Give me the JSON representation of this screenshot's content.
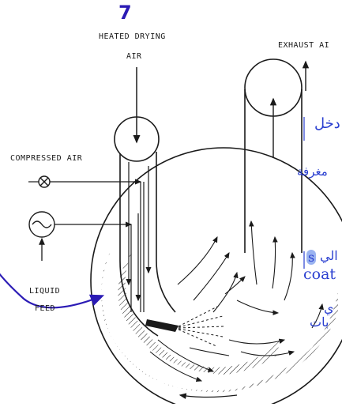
{
  "labels": {
    "heated_drying_air_line1": "HEATED DRYING",
    "heated_drying_air_line2": "AIR",
    "exhaust_air": "EXHAUST AI",
    "compressed_air": "COMPRESSED AIR",
    "liquid_feed_line1": "LIQUID",
    "liquid_feed_line2": "FEED"
  },
  "handwritten": {
    "number": "7"
  },
  "annotations": {
    "arabic_1": "دخل",
    "arabic_2": "مغرفة",
    "arabic_3": "الي",
    "highlight": "s",
    "coat": "coat",
    "arabic_4": "ي",
    "arabic_5": "بات"
  },
  "colors": {
    "ink": "#1a1a1a",
    "annotation_blue": "#2a3fd0",
    "pen_purple": "#2b1bb5",
    "highlight": "#9ab3f0"
  }
}
